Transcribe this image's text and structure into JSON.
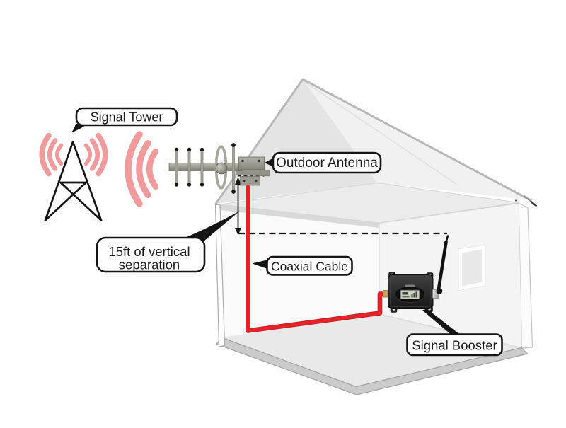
{
  "labels": {
    "signal_tower": "Signal Tower",
    "outdoor_antenna": "Outdoor Antenna",
    "separation_line1": "15ft of vertical",
    "separation_line2": "separation",
    "coaxial_cable": "Coaxial Cable",
    "signal_booster": "Signal Booster"
  },
  "icons": {
    "tower": "lattice-signal-tower-icon",
    "waves": "radio-waves-icon",
    "antenna": "yagi-antenna-icon",
    "house": "house-cutaway-illustration",
    "booster": "signal-booster-device-icon",
    "cable": "coaxial-cable-line",
    "arrow": "vertical-separation-arrow",
    "reference": "dashed-reference-line"
  },
  "colors": {
    "wave_pink": "#f09a9b",
    "cable_red": "#e52328",
    "cable_red_dark": "#bf1b21",
    "label_border": "#141414",
    "booster_black": "#1c1c1c"
  }
}
